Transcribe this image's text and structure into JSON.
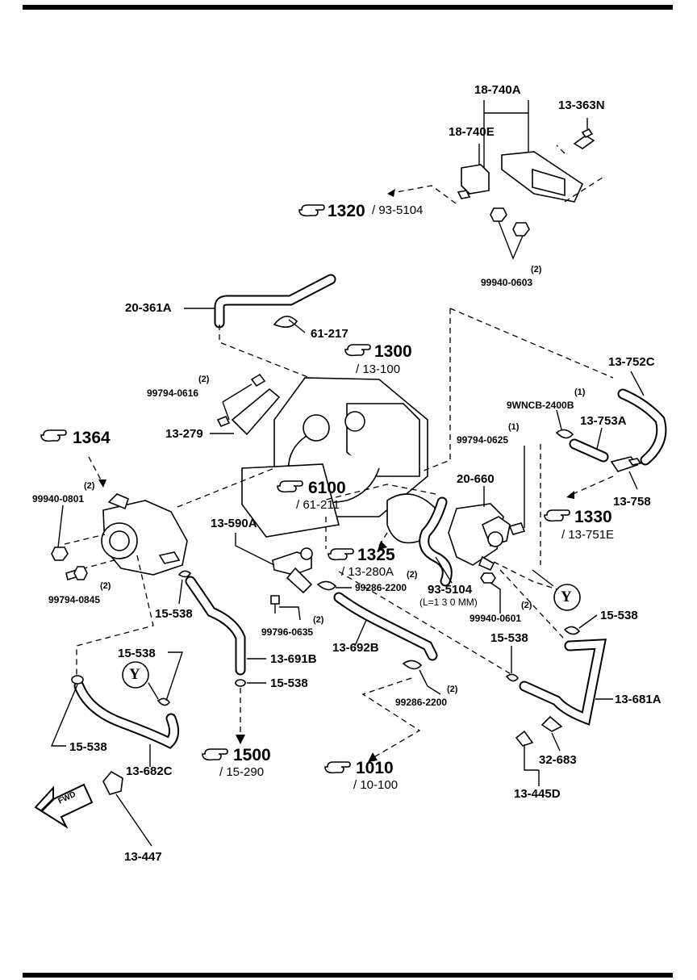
{
  "diagram": {
    "parts": [
      {
        "id": "p18740a",
        "text": "18-740A"
      },
      {
        "id": "p13363n",
        "text": "13-363N"
      },
      {
        "id": "p18740e",
        "text": "18-740E"
      },
      {
        "id": "p99940_0603",
        "text": "99940-0603"
      },
      {
        "id": "p20361a",
        "text": "20-361A"
      },
      {
        "id": "p61217",
        "text": "61-217"
      },
      {
        "id": "p13752c",
        "text": "13-752C"
      },
      {
        "id": "p9wncb",
        "text": "9WNCB-2400B"
      },
      {
        "id": "p13753a",
        "text": "13-753A"
      },
      {
        "id": "p99794_0616",
        "text": "99794-0616"
      },
      {
        "id": "p13279",
        "text": "13-279"
      },
      {
        "id": "p99794_0625",
        "text": "99794-0625"
      },
      {
        "id": "p20660",
        "text": "20-660"
      },
      {
        "id": "p13758",
        "text": "13-758"
      },
      {
        "id": "p99940_0801",
        "text": "99940-0801"
      },
      {
        "id": "p13590a",
        "text": "13-590A"
      },
      {
        "id": "p99286_2200a",
        "text": "99286-2200"
      },
      {
        "id": "p935104",
        "text": "93-5104"
      },
      {
        "id": "p99794_0845",
        "text": "99794-0845"
      },
      {
        "id": "p15538a",
        "text": "15-538"
      },
      {
        "id": "p99796_0635",
        "text": "99796-0635"
      },
      {
        "id": "p99940_0601",
        "text": "99940-0601"
      },
      {
        "id": "p15538b",
        "text": "15-538"
      },
      {
        "id": "p15538c",
        "text": "15-538"
      },
      {
        "id": "p15538d",
        "text": "15-538"
      },
      {
        "id": "p13691b",
        "text": "13-691B"
      },
      {
        "id": "p13692b",
        "text": "13-692B"
      },
      {
        "id": "p15538e",
        "text": "15-538"
      },
      {
        "id": "p99286_2200b",
        "text": "99286-2200"
      },
      {
        "id": "p13681a",
        "text": "13-681A"
      },
      {
        "id": "p15538f",
        "text": "15-538"
      },
      {
        "id": "p13682c",
        "text": "13-682C"
      },
      {
        "id": "p32683",
        "text": "32-683"
      },
      {
        "id": "p13445d",
        "text": "13-445D"
      },
      {
        "id": "p13447",
        "text": "13-447"
      }
    ],
    "quantities": [
      {
        "id": "q0603",
        "text": "(2)"
      },
      {
        "id": "q9wncb",
        "text": "(1)"
      },
      {
        "id": "q0616",
        "text": "(2)"
      },
      {
        "id": "q0625",
        "text": "(1)"
      },
      {
        "id": "q0801",
        "text": "(2)"
      },
      {
        "id": "q0845",
        "text": "(2)"
      },
      {
        "id": "q2200a",
        "text": "(2)"
      },
      {
        "id": "q0635",
        "text": "(2)"
      },
      {
        "id": "q0601",
        "text": "(2)"
      },
      {
        "id": "q2200b",
        "text": "(2)"
      }
    ],
    "references": [
      {
        "id": "r1320",
        "main": "1320",
        "sub": "/ 93-5104"
      },
      {
        "id": "r1300",
        "main": "1300",
        "sub": "/ 13-100"
      },
      {
        "id": "r1364",
        "main": "1364",
        "sub": ""
      },
      {
        "id": "r6100",
        "main": "6100",
        "sub": "/ 61-211"
      },
      {
        "id": "r1330",
        "main": "1330",
        "sub": "/ 13-751E"
      },
      {
        "id": "r1325",
        "main": "1325",
        "sub": "/ 13-280A"
      },
      {
        "id": "r1500",
        "main": "1500",
        "sub": "/ 15-290"
      },
      {
        "id": "r1010",
        "main": "1010",
        "sub": "/ 10-100"
      }
    ],
    "notes": {
      "length_note": "(L=1 3 0 MM)",
      "circle_y_1": "Y",
      "circle_y_2": "Y",
      "fwd": "FWD"
    }
  }
}
